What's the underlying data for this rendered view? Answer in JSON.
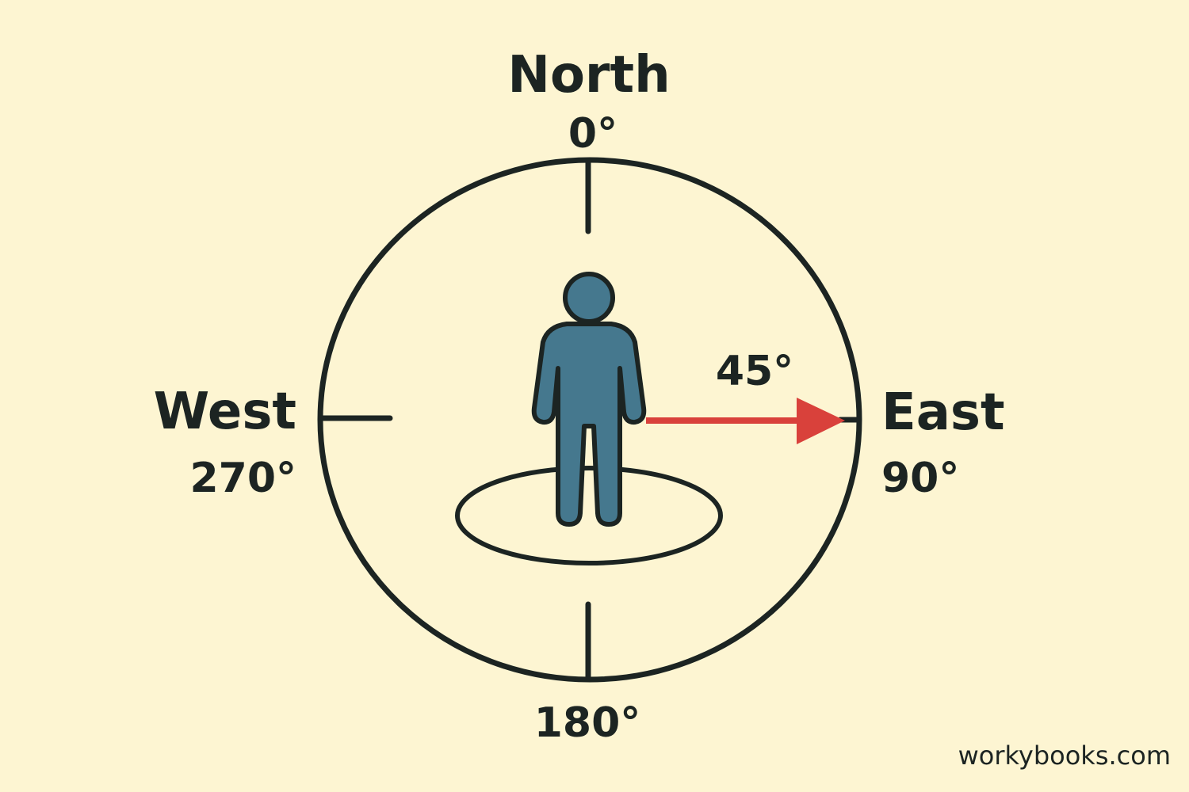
{
  "labels": {
    "north": "North",
    "north_deg": "0°",
    "east": "East",
    "east_deg": "90°",
    "south_deg": "180°",
    "west": "West",
    "west_deg": "270°",
    "arrow_angle": "45°"
  },
  "watermark": "workybooks.com",
  "colors": {
    "background": "#fdf5d2",
    "ink": "#1c2422",
    "person": "#45788e",
    "arrow": "#d9413b"
  }
}
